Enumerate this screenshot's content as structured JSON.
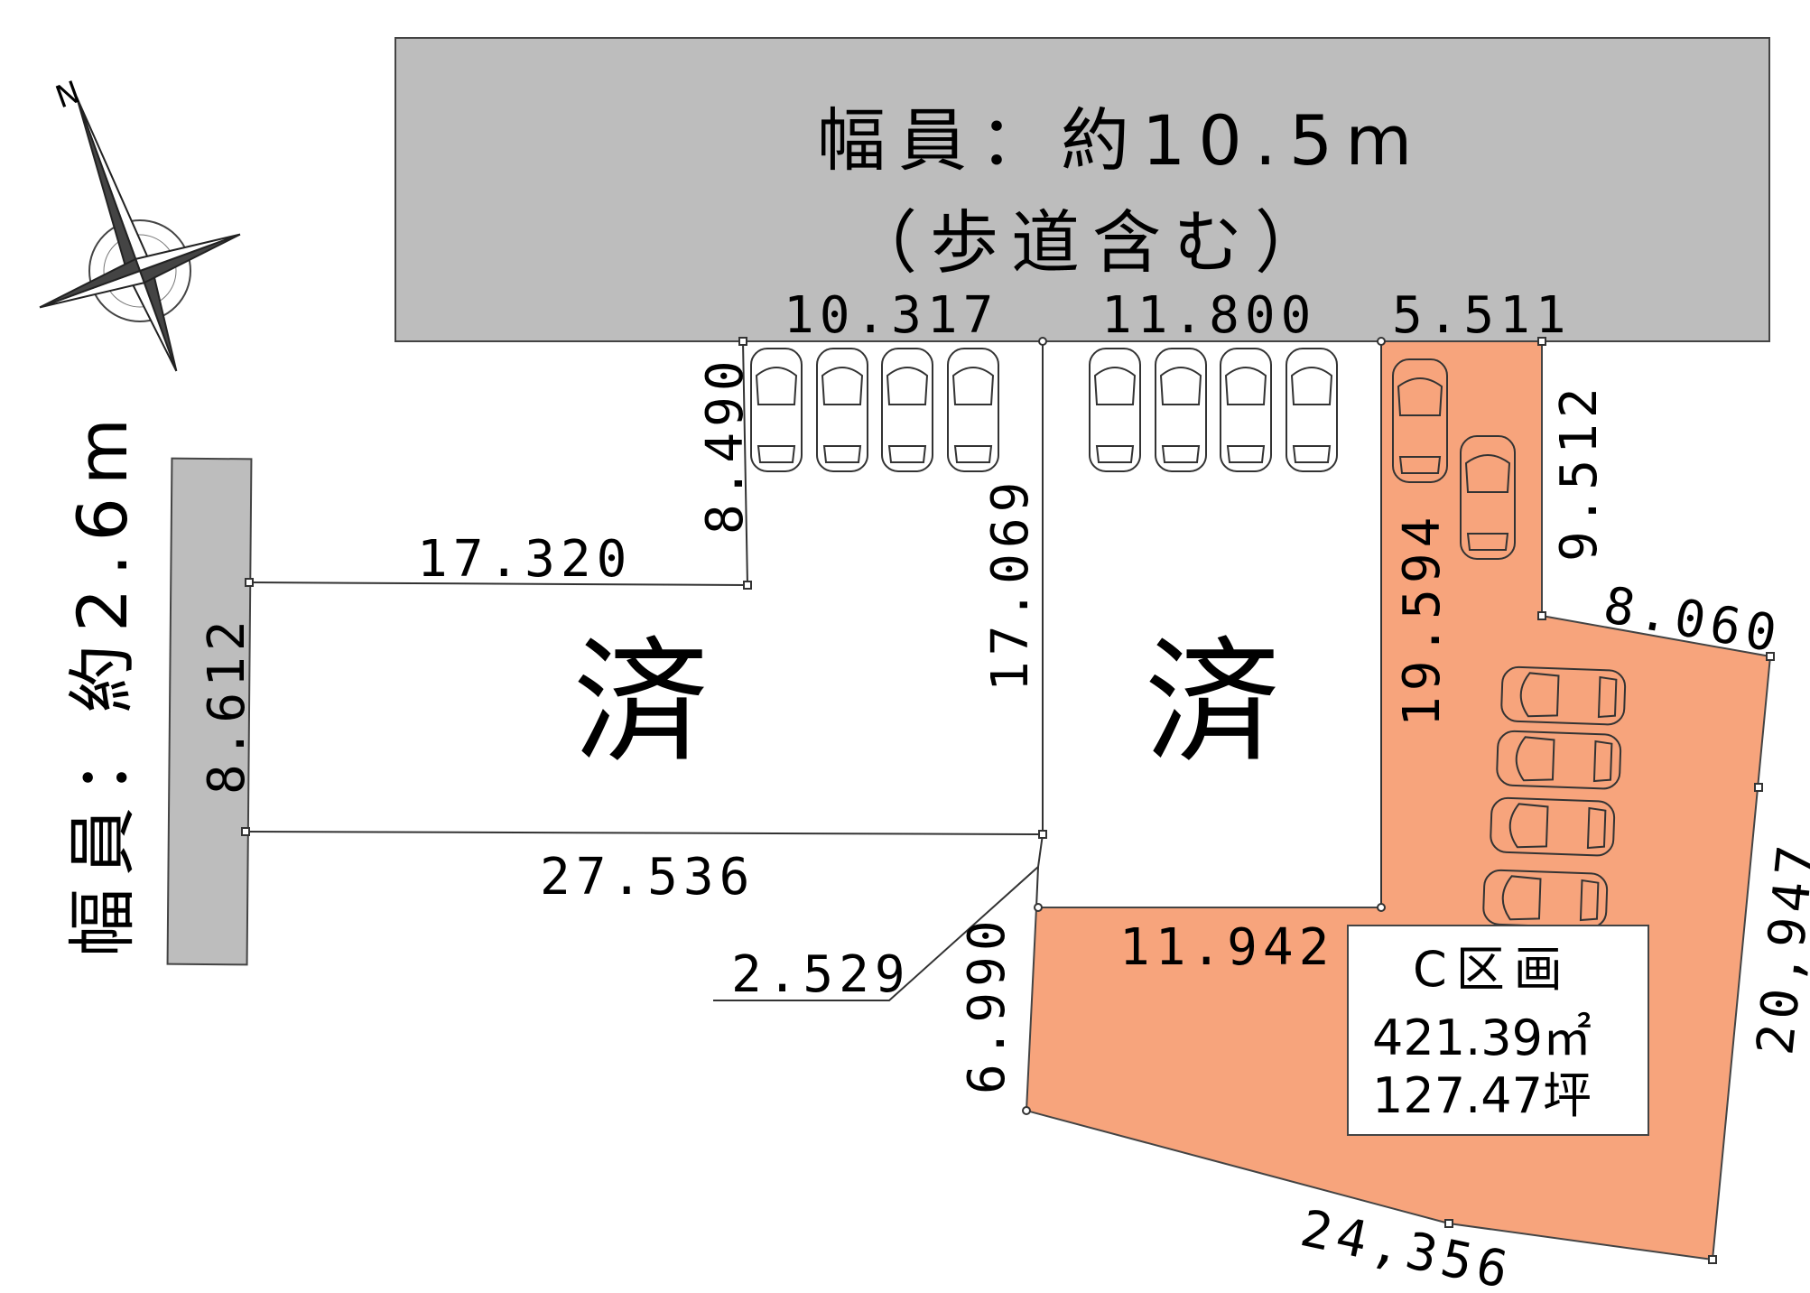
{
  "road_north": {
    "width_label": "幅員：約10.5m",
    "note": "（歩道含む）"
  },
  "road_west": {
    "width_label": "幅員：約2.6m"
  },
  "lots": [
    {
      "id": "sold-left",
      "status": "済"
    },
    {
      "id": "sold-middle",
      "status": "済"
    },
    {
      "id": "lot-c",
      "name": "C区画",
      "area_m2": "421.39㎡",
      "area_tsubo": "127.47坪",
      "color": "#f7a47c"
    }
  ],
  "dimensions": {
    "d1": "10.317",
    "d2": "11.800",
    "d3": "5.511",
    "d4": "8.490",
    "d5": "17.320",
    "d6": "17.069",
    "d7": "8.612",
    "d8": "27.536",
    "d9": "2.529",
    "d10": "19.594",
    "d11": "9.512",
    "d12": "8.060",
    "d13": "11.942",
    "d14": "6.990",
    "d15": "20,947",
    "d16": "24,356"
  },
  "compass": {
    "north_label": "N"
  },
  "colors": {
    "road": "#bdbdbd",
    "lot_c": "#f7a47c"
  }
}
